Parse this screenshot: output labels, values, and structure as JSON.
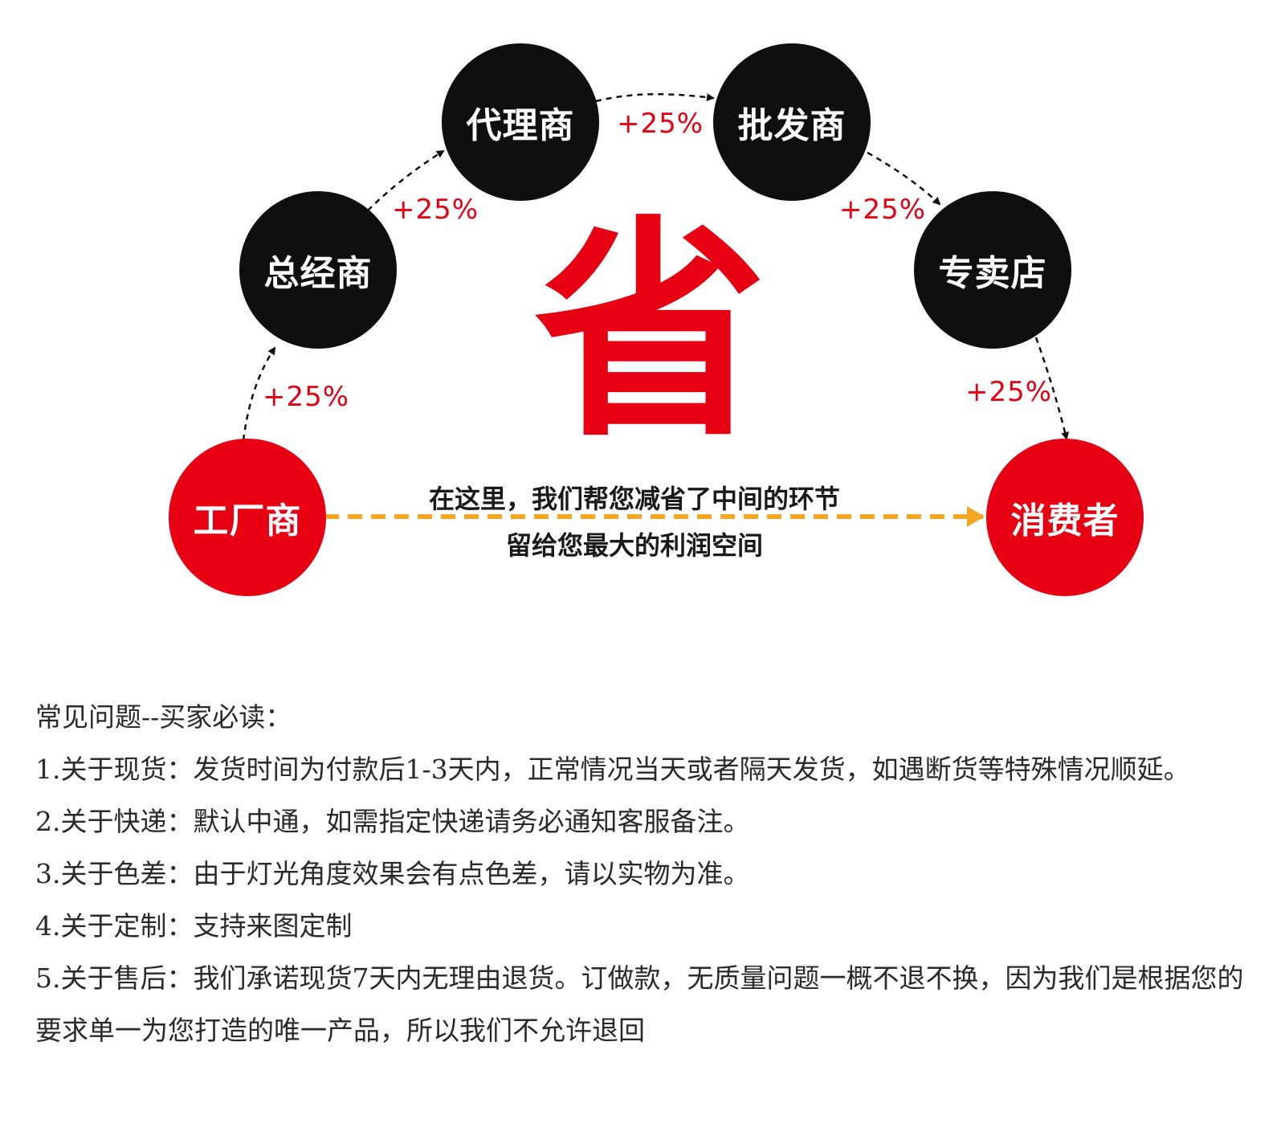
{
  "diagram": {
    "nodes": {
      "factory": "工厂商",
      "general_distributor": "总经商",
      "agent": "代理商",
      "wholesaler": "批发商",
      "store": "专卖店",
      "consumer": "消费者"
    },
    "markup_label": "+25%",
    "center_char": "省",
    "center_line_1": "在这里，我们帮您减省了中间的环节",
    "center_line_2": "留给您最大的利润空间"
  },
  "colors": {
    "red": "#e60012",
    "black": "#0f0f0f",
    "orange_arrow": "#f5a623"
  },
  "faq": {
    "title": "常见问题--买家必读：",
    "items": [
      "1.关于现货：发货时间为付款后1-3天内，正常情况当天或者隔天发货，如遇断货等特殊情况顺延。",
      "2.关于快递：默认中通，如需指定快递请务必通知客服备注。",
      "3.关于色差：由于灯光角度效果会有点色差，请以实物为准。",
      "4.关于定制：支持来图定制",
      "5.关于售后：我们承诺现货7天内无理由退货。订做款，无质量问题一概不退不换，因为我们是根据您的要求单一为您打造的唯一产品，所以我们不允许退回"
    ]
  }
}
